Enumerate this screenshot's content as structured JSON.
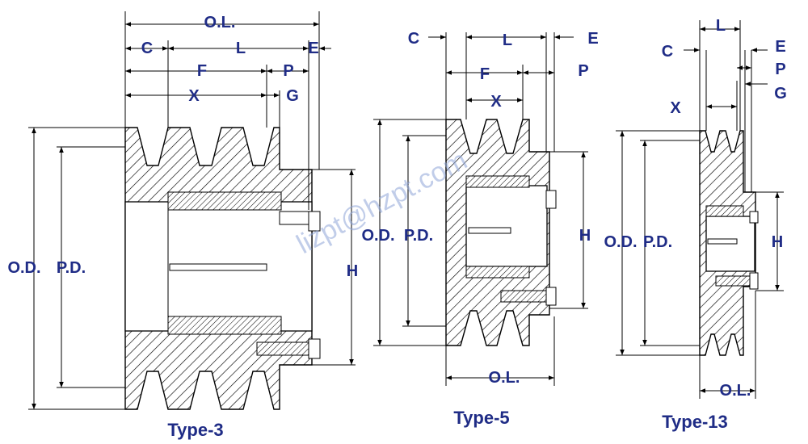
{
  "diagrams": [
    {
      "id": "type-3",
      "caption": "Type-3",
      "labels": {
        "ol": "O.L.",
        "c": "C",
        "l": "L",
        "e": "E",
        "f": "F",
        "p": "P",
        "x": "X",
        "g": "G",
        "od": "O.D.",
        "pd": "P.D.",
        "h": "H"
      }
    },
    {
      "id": "type-5",
      "caption": "Type-5",
      "labels": {
        "c": "C",
        "l": "L",
        "e": "E",
        "f": "F",
        "p": "P",
        "x": "X",
        "od": "O.D.",
        "pd": "P.D.",
        "h": "H",
        "ol": "O.L."
      }
    },
    {
      "id": "type-13",
      "caption": "Type-13",
      "labels": {
        "l": "L",
        "c": "C",
        "e": "E",
        "p": "P",
        "g": "G",
        "x": "X",
        "od": "O.D.",
        "pd": "P.D.",
        "h": "H",
        "ol": "O.L."
      }
    }
  ],
  "watermark": "lizpt@hzpt.com",
  "colors": {
    "label": "#1f2c86",
    "hatch": "#000000",
    "watermark": "#8fa6d8"
  }
}
